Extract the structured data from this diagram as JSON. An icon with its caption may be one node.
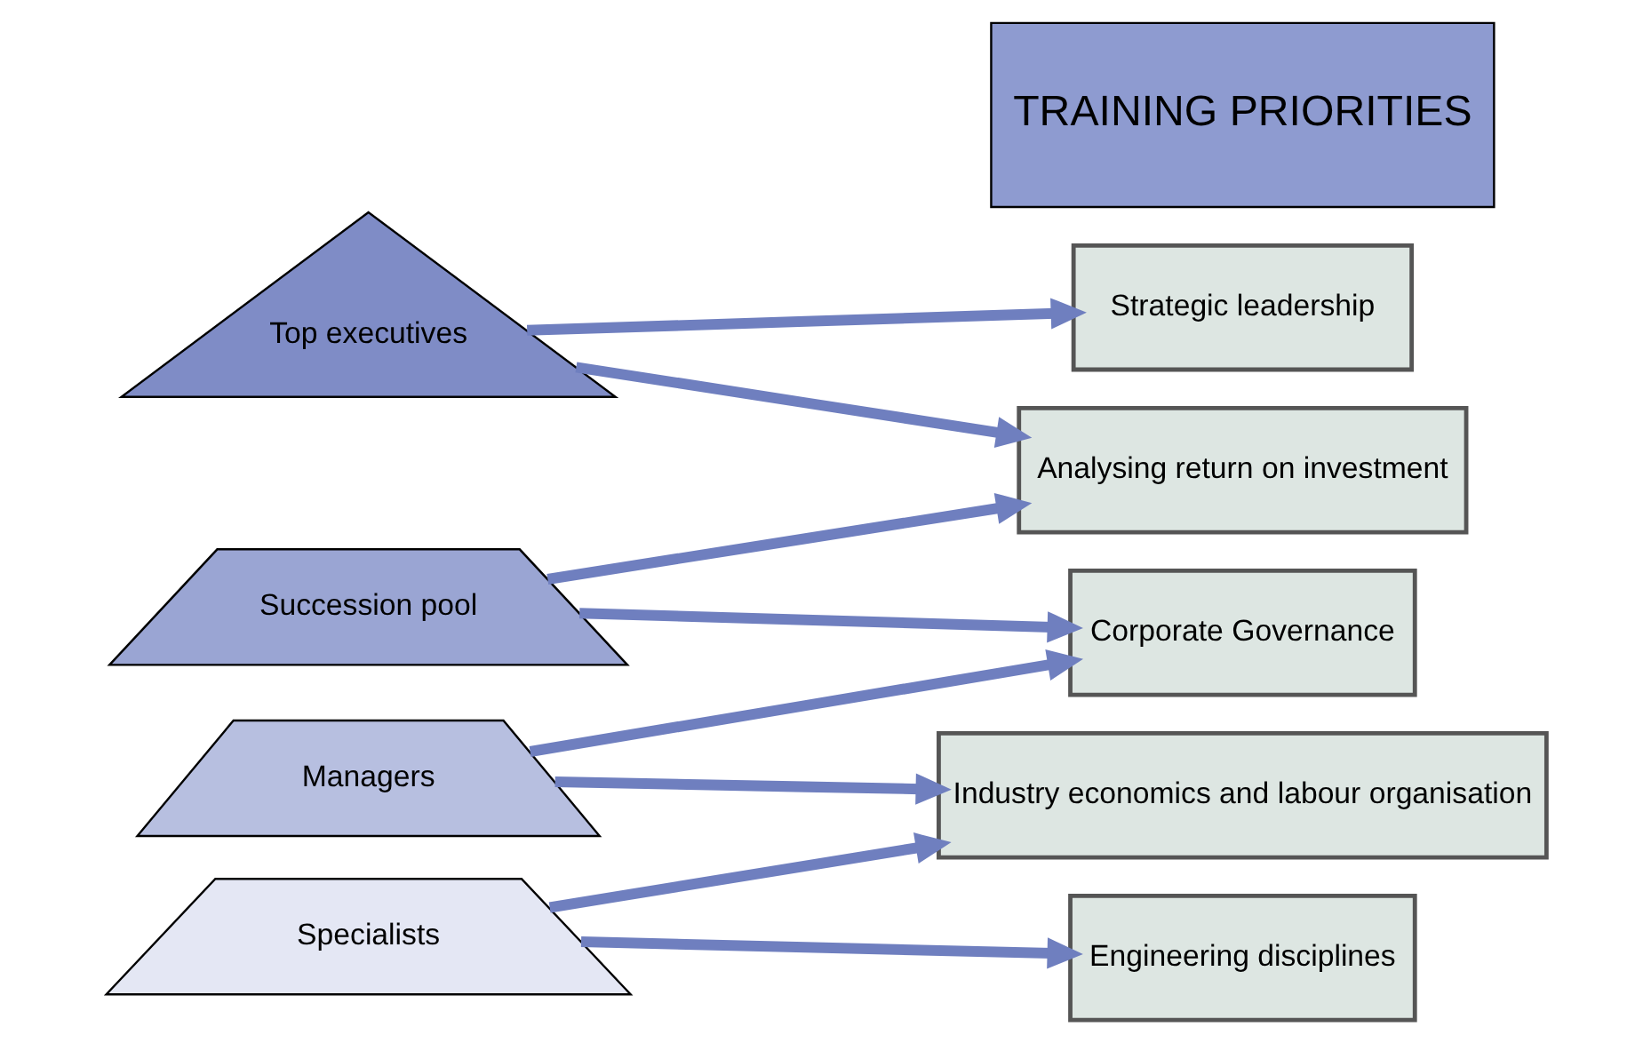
{
  "diagram": {
    "nodes": [
      {
        "text": [
          "Top executives"
        ]
      },
      {
        "text": [
          "Succession pool"
        ]
      },
      {
        "text": [
          "Managers"
        ]
      },
      {
        "text": [
          "Specialists"
        ]
      },
      {
        "text": [
          "Strategic leadership"
        ]
      },
      {
        "text": [
          "Analysing return on investment"
        ]
      },
      {
        "text": [
          "Corporate Governance"
        ]
      },
      {
        "text": [
          "Industry economics and labour organisation"
        ]
      },
      {
        "text": [
          "Engineering disciplines"
        ]
      },
      {
        "text": [
          "TRAINING PRIORITIES"
        ]
      }
    ],
    "edges": [
      {
        "from": 0,
        "to": 4,
        "arrow": "to"
      },
      {
        "from": 0,
        "to": 5,
        "arrow": "to"
      },
      {
        "from": 1,
        "to": 5,
        "arrow": "to"
      },
      {
        "from": 1,
        "to": 6,
        "arrow": "to"
      },
      {
        "from": 2,
        "to": 6,
        "arrow": "to"
      },
      {
        "from": 2,
        "to": 7,
        "arrow": "to"
      },
      {
        "from": 3,
        "to": 7,
        "arrow": "to"
      },
      {
        "from": 3,
        "to": 8,
        "arrow": "to"
      }
    ]
  }
}
